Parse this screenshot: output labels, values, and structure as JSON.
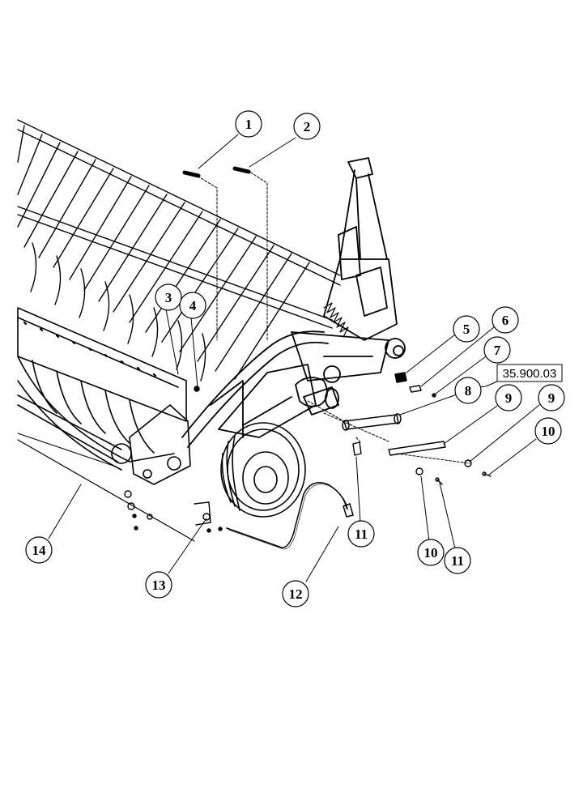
{
  "diagram": {
    "reference_code": "35.900.03",
    "callouts": [
      "1",
      "2",
      "3",
      "4",
      "5",
      "6",
      "7",
      "8",
      "9",
      "9",
      "10",
      "10",
      "11",
      "11",
      "12",
      "13",
      "14"
    ],
    "line_color": "#000000",
    "background_color": "#ffffff"
  }
}
